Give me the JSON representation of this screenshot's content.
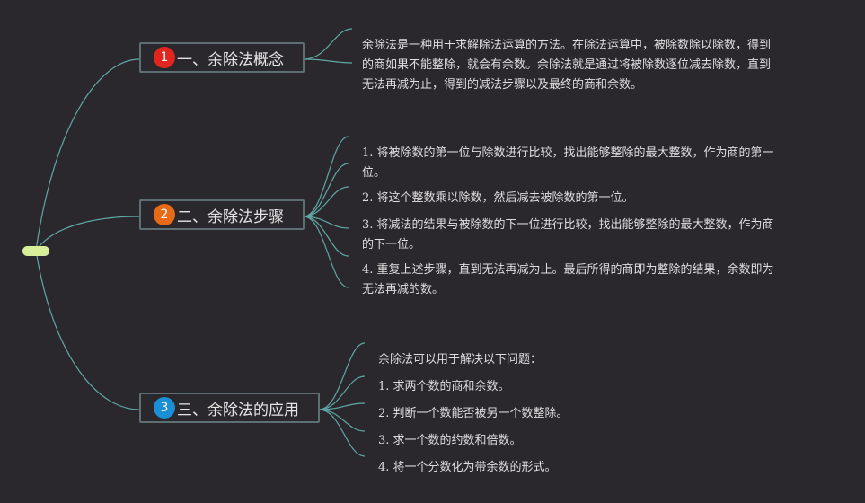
{
  "branches": [
    {
      "number": "1",
      "title": "一、余除法概念",
      "badge_color": "#e0261d",
      "items": [
        [
          "余除法是一种用于求解除法运算的方法。在除法运算中，被除数除以除数，得到",
          "的商如果不能整除，就会有余数。余除法就是通过将被除数逐位减去除数，直到",
          "无法再减为止，得到的减法步骤以及最终的商和余数。"
        ]
      ]
    },
    {
      "number": "2",
      "title": "二、余除法步骤",
      "badge_color": "#e86a17",
      "items": [
        [
          "1. 将被除数的第一位与除数进行比较，找出能够整除的最大整数，作为商的第一",
          "位。"
        ],
        [
          "2. 将这个整数乘以除数，然后减去被除数的第一位。"
        ],
        [
          "3. 将减法的结果与被除数的下一位进行比较，找出能够整除的最大整数，作为商",
          "的下一位。"
        ],
        [
          "4. 重复上述步骤，直到无法再减为止。最后所得的商即为整除的结果，余数即为",
          "无法再减的数。"
        ]
      ]
    },
    {
      "number": "3",
      "title": "三、余除法的应用",
      "badge_color": "#1b8fd6",
      "items": [
        [
          "余除法可以用于解决以下问题："
        ],
        [
          "1. 求两个数的商和余数。"
        ],
        [
          "2. 判断一个数能否被另一个数整除。"
        ],
        [
          "3. 求一个数的约数和倍数。"
        ],
        [
          "4. 将一个分数化为带余数的形式。"
        ]
      ]
    }
  ],
  "colors": {
    "background": "#2b282d",
    "connector": "#5fa7a3",
    "root": "#d8ef9a",
    "box_border": "#5c6f72"
  }
}
